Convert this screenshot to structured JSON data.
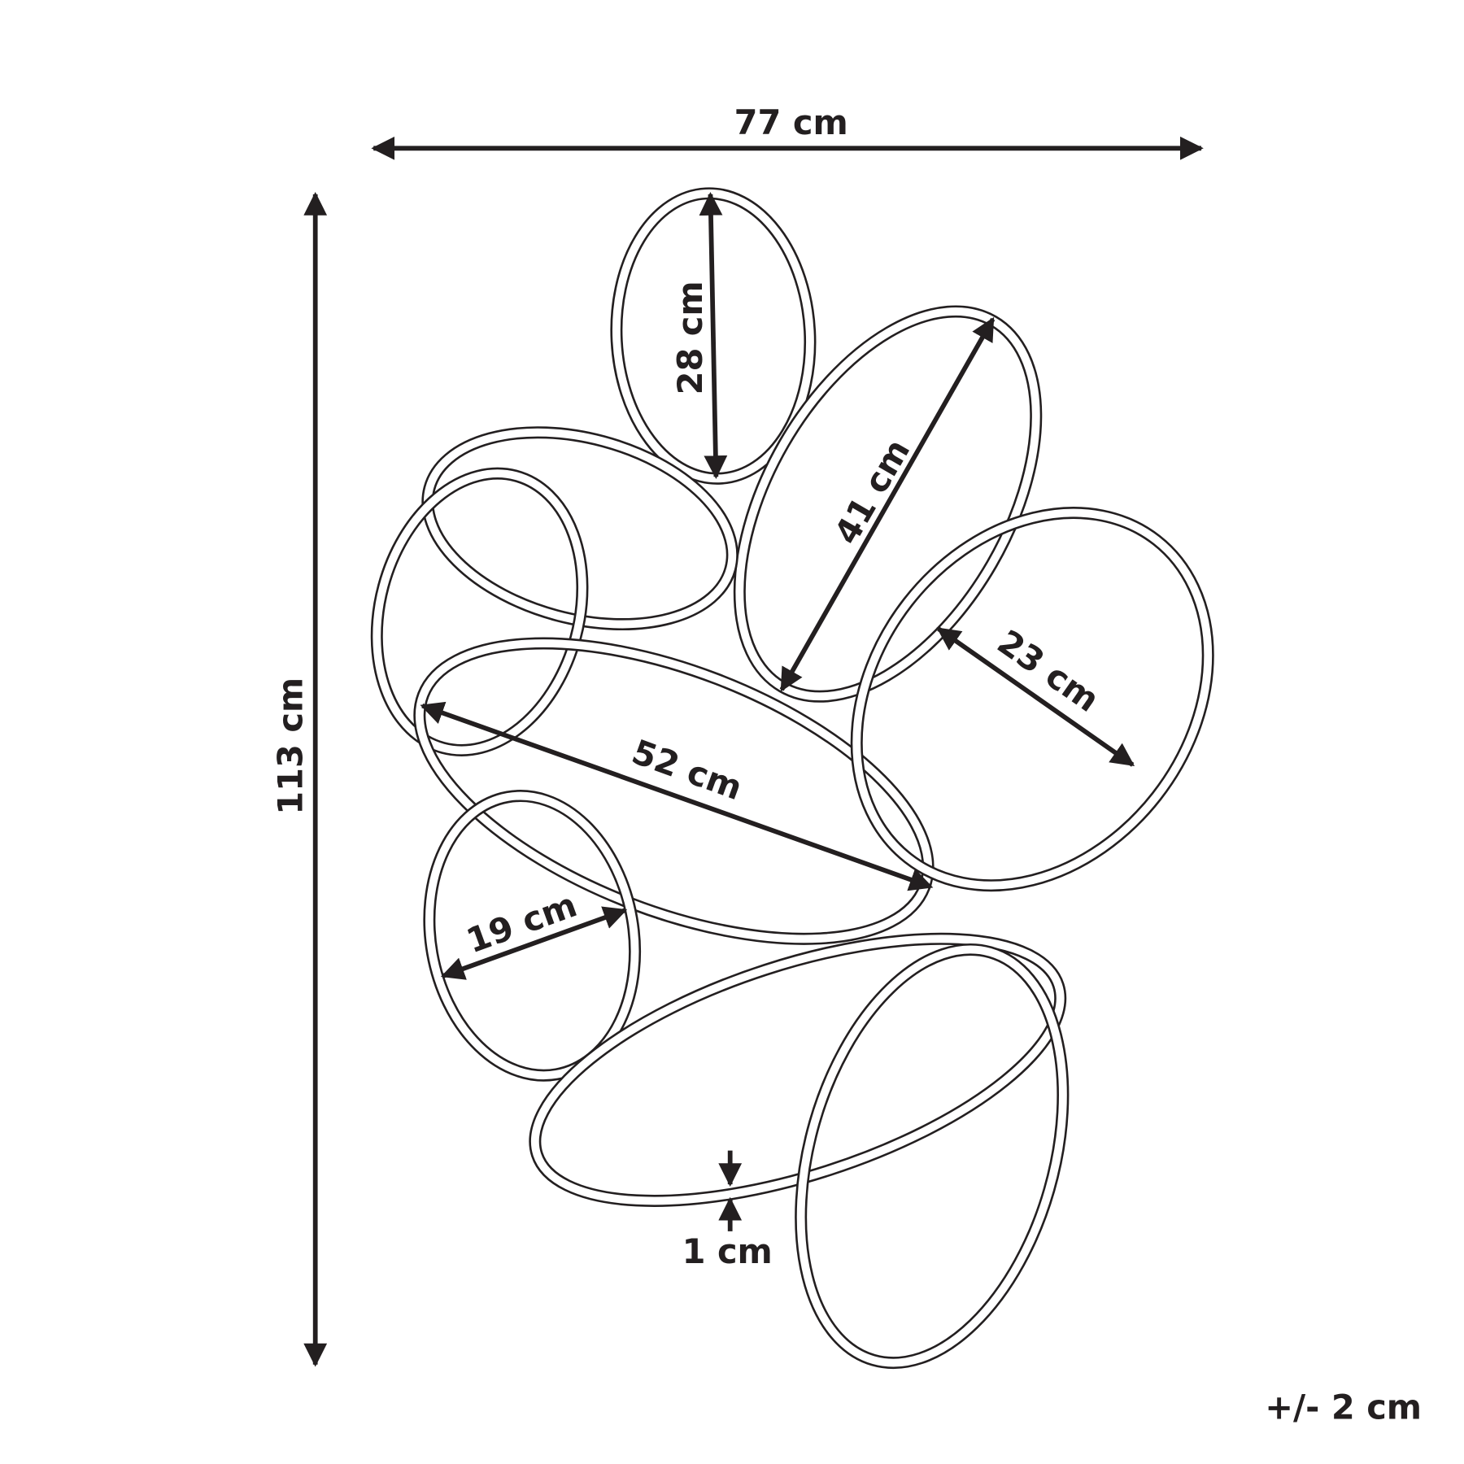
{
  "dimensions": {
    "width": "77 cm",
    "height": "113 cm",
    "top_ring": "28 cm",
    "tilted_ring": "41 cm",
    "right_ring": "23 cm",
    "center_ring": "52 cm",
    "small_ring": "19 cm",
    "thickness": "1 cm"
  },
  "tolerance": "+/- 2 cm",
  "colors": {
    "line": "#231f20",
    "background": "#ffffff"
  }
}
